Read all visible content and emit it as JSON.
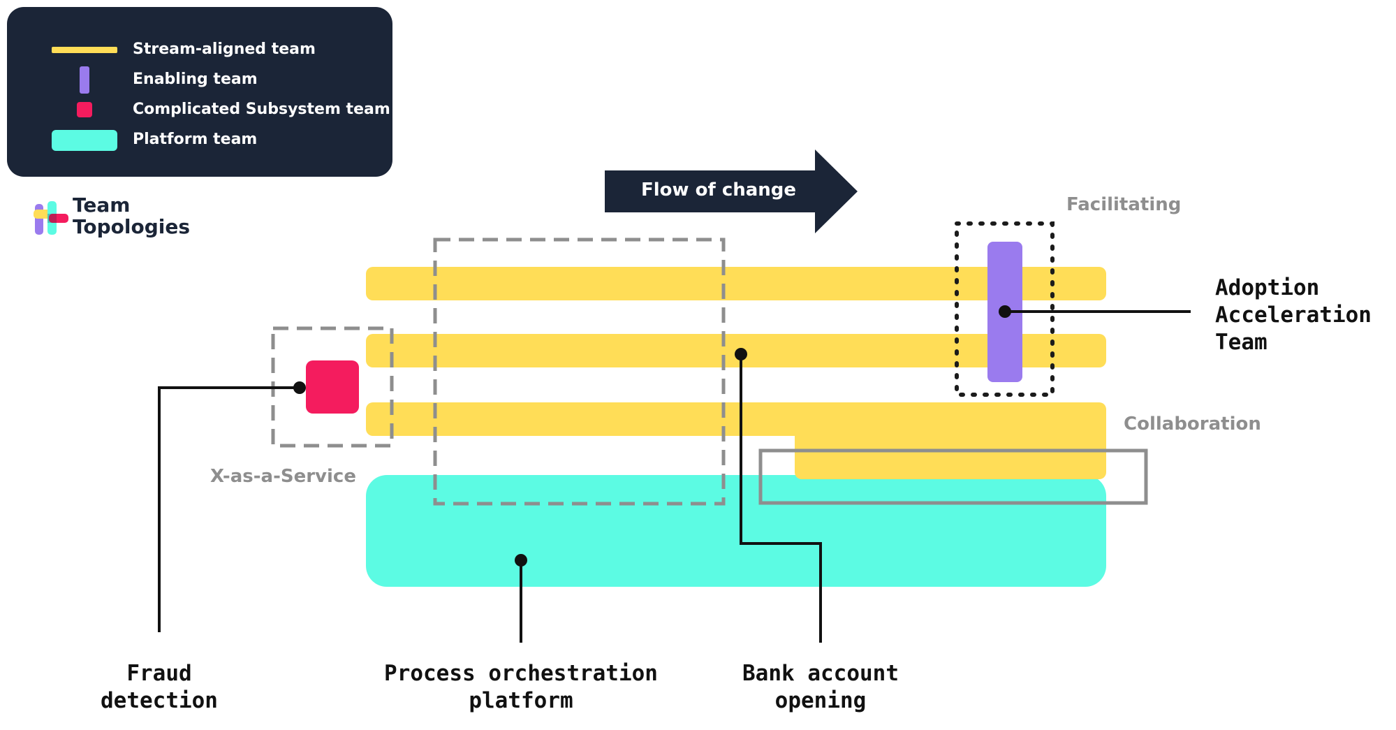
{
  "legend": {
    "items": [
      {
        "label": "Stream-aligned team",
        "icon": "stream-aligned-swatch",
        "color": "#ffdd57"
      },
      {
        "label": "Enabling team",
        "icon": "enabling-swatch",
        "color": "#9a7bee"
      },
      {
        "label": "Complicated Subsystem team",
        "icon": "complicated-subsystem-swatch",
        "color": "#f41c5e"
      },
      {
        "label": "Platform team",
        "icon": "platform-swatch",
        "color": "#5cfbe3"
      }
    ]
  },
  "logo": {
    "line1": "Team",
    "line2": "Topologies",
    "icon": "team-topologies-logo-icon"
  },
  "flow_arrow": {
    "label": "Flow of change",
    "color": "#1b2537"
  },
  "interaction_modes": {
    "facilitating": "Facilitating",
    "collaboration": "Collaboration",
    "xaas": "X-as-a-Service"
  },
  "callouts": {
    "adoption": {
      "line1": "Adoption",
      "line2": "Acceleration",
      "line3": "Team"
    },
    "fraud": {
      "line1": "Fraud",
      "line2": "detection"
    },
    "process": {
      "line1": "Process orchestration",
      "line2": "platform"
    },
    "bank": {
      "line1": "Bank account",
      "line2": "opening"
    }
  },
  "colors": {
    "stream_aligned": "#ffdd57",
    "enabling": "#9a7bee",
    "complicated_subsystem": "#f41c5e",
    "platform": "#5cfbe3",
    "dark": "#1b2537",
    "boundary_grey": "#8e8e8e"
  }
}
